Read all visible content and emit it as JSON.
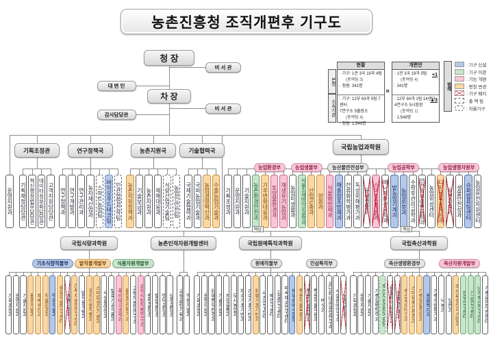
{
  "title": "농촌진흥청  조직개편후 기구도",
  "colors": {
    "new": "#b5c9e6",
    "transfer": "#c9e6cd",
    "reorg": "#f9c6d6",
    "rename": "#fbd8a2",
    "abolish_x": "#cc2233",
    "line": "#8a8a8a"
  },
  "top_cluster": {
    "chief": "청  장",
    "secretary_top": "비 서 관",
    "spokesperson": "대 변 인",
    "deputy": "차  장",
    "secretary_deputy": "비 서 관",
    "audit": "감사담당관"
  },
  "summary_table": {
    "header_current": "현황",
    "header_plan": "개편안",
    "arrow": "»",
    "rows": [
      {
        "scope": "본청",
        "current": [
          "· 기구: 1관 3국 19과 4팀",
          "(총액팀 3)",
          "· 정원: 341명"
        ],
        "plan": [
          "· 1관 3국 19과 5팀",
          "(총액팀 4)",
          "· 341명"
        ],
        "delta": "+1"
      },
      {
        "scope": "소속기관",
        "current": [
          "· 기구: 12부 63과 5팀 7센터",
          "7연구소 5출장소",
          "(총액팀 4)",
          "· 정원: 1,549명"
        ],
        "plan": [
          "· 12부 60과 1팀 14센터",
          "4연구소 5시험장",
          "(총액팀 1)",
          "· 1,549명"
        ],
        "delta": "▲3"
      }
    ]
  },
  "legend": {
    "label": "범례",
    "items": [
      {
        "type": "new",
        "label": "기구 신설"
      },
      {
        "type": "transfer",
        "label": "기구 이관"
      },
      {
        "type": "reorg",
        "label": "기능 개편"
      },
      {
        "type": "rename",
        "label": "명칭 변경"
      },
      {
        "type": "abolish",
        "label": "기구 폐지"
      },
      {
        "type": "lumpsum",
        "label": "총 액 팀"
      },
      {
        "type": "autonomous",
        "label": "자율기구"
      }
    ]
  },
  "tier1": {
    "standalone": {
      "label": "운영지원과"
    },
    "bureaus": [
      {
        "name": "기획조정관",
        "children": [
          {
            "label": "기획재정담당관"
          },
          {
            "label": "혁신행정법무담당관"
          },
          {
            "label": "데이터정보화담당관"
          },
          {
            "label": "고객지원담당관"
          }
        ]
      },
      {
        "name": "연구정책국",
        "children": [
          {
            "label": "연구정책과"
          },
          {
            "label": "연구개발과"
          },
          {
            "label": "연구관리과"
          },
          {
            "label": "농자재산업과"
          },
          {
            "label": "스마트농업팀",
            "dashed": true
          },
          {
            "label": "바이오푸드테크팀",
            "type": "new",
            "dashed": true
          },
          {
            "label": "민관협업전략팀",
            "dashed": true
          }
        ]
      },
      {
        "name": "농촌지원국",
        "children": [
          {
            "label": "농촌지원정책과",
            "type": "rename"
          },
          {
            "label": "기술보급과"
          },
          {
            "label": "농촌자원과"
          },
          {
            "label": "재해대응과"
          },
          {
            "label": "식량산업기술팀",
            "dashed": true
          },
          {
            "label": "농업인안전팀",
            "dashed": true
          }
        ]
      },
      {
        "name": "기술협력국",
        "children": [
          {
            "label": "국제기술협력과"
          },
          {
            "label": "국외농업기술과"
          },
          {
            "label": "농업경영혁신과",
            "type": "rename"
          },
          {
            "label": "수출농업기술과",
            "type": "rename"
          }
        ]
      }
    ],
    "institute": {
      "name": "국립농업과학원",
      "direct": [
        {
          "label": "기획조정과"
        },
        {
          "label": "운영지원과"
        },
        {
          "label": "기술지원과"
        }
      ],
      "departments": [
        {
          "name": "농업환경부",
          "type": "reorg",
          "children": [
            {
              "label": "농촌환경안전과",
              "type": "transfer"
            },
            {
              "label": "기후변화대응과",
              "type": "rename"
            },
            {
              "label": "토양물환경과",
              "type": "reorg"
            },
            {
              "label": "재생유기농업과",
              "type": "reorg"
            }
          ]
        },
        {
          "name": "농업생물부",
          "type": "reorg",
          "children": [
            {
              "label": "농업미생물과"
            },
            {
              "label": "식물소재바이오공학과",
              "type": "transfer"
            },
            {
              "label": "산업곤충과",
              "type": "rename"
            },
            {
              "label": "양봉과",
              "type": "rename"
            }
          ]
        },
        {
          "name": "농산물안전성부",
          "children": [
            {
              "label": "식물병방제과",
              "type": "reorg"
            },
            {
              "label": "해충잡초방제과",
              "type": "new"
            },
            {
              "label": "잔류화학평가과"
            },
            {
              "label": "독성위해평가과"
            },
            {
              "label": "유해생물과",
              "abolished": true
            }
          ]
        },
        {
          "name": "농업공학부",
          "type": "reorg",
          "children": [
            {
              "label": "스마트팜개발과",
              "type": "reorg",
              "abolished": true
            },
            {
              "label": "에너지환경공학과",
              "abolished": true
            },
            {
              "label": "밭농업기계과",
              "type": "new"
            },
            {
              "label": "농업로봇과",
              "type": "new"
            },
            {
              "label": "수확후관리공학과"
            },
            {
              "label": "안전재해예방공학과",
              "abolished": true
            },
            {
              "label": "농업위성센터"
            }
          ]
        },
        {
          "name": "농업생명자원부",
          "type": "reorg",
          "children": [
            {
              "label": "디지털육종지원과",
              "type": "rename",
              "abolished": true
            },
            {
              "label": "유전자원과",
              "abolished": true
            },
            {
              "label": "생물안전성과"
            },
            {
              "label": "슈퍼컴퓨팅센터",
              "type": "new"
            },
            {
              "label": "농업유전자원센터"
            }
          ]
        }
      ]
    }
  },
  "tier2": {
    "tag_label": "책임",
    "orgs": [
      {
        "name": "국립식량과학원",
        "tag": false,
        "direct": [
          {
            "label": "기획조정과"
          },
          {
            "label": "운영지원과"
          },
          {
            "label": "기술지원과"
          }
        ],
        "departments": [
          {
            "name": "기초식량작물부",
            "type": "new",
            "children": [
              {
                "label": "품종개발과",
                "type": "rename"
              },
              {
                "label": "재배생리과",
                "type": "rename"
              },
              {
                "label": "작물환경과",
                "type": "rename"
              },
              {
                "label": "맥류작물과",
                "type": "new"
              },
              {
                "label": "중부작물연구센터",
                "type": "rename"
              },
              {
                "label": "재배환경과",
                "abolished": true
              },
              {
                "label": "간척지농업연구센터",
                "type": "rename"
              }
            ]
          },
          {
            "name": "밭작물개발부",
            "type": "rename",
            "children": [
              {
                "label": "밭작물개발과"
              },
              {
                "label": "경지이용작물과",
                "type": "rename"
              },
              {
                "label": "스마트생산기술과",
                "type": "rename"
              }
            ]
          },
          {
            "name": "식품자원개발부",
            "type": "transfer",
            "children": [
              {
                "label": "식생활영양과"
              },
              {
                "label": "발효가공식품과"
              },
              {
                "label": "푸드테크소재과",
                "type": "reorg"
              },
              {
                "label": "품질관리평가과",
                "type": "rename"
              }
            ]
          }
        ],
        "extra": [
          {
            "label": "고령지농업연구소"
          },
          {
            "label": "소득식량작물연구소",
            "type": "reorg"
          },
          {
            "label": "춘천출장소"
          },
          {
            "label": "철원출장소"
          },
          {
            "label": "영덕출장소"
          },
          {
            "label": "상주출장소"
          }
        ]
      },
      {
        "name": "농촌인적자원개발센터",
        "tag": false,
        "direct": [
          {
            "label": "교육훈련기획과"
          },
          {
            "label": "역량개발과"
          }
        ],
        "departments": []
      },
      {
        "name": "국립원예특작과학원",
        "tag": true,
        "direct": [
          {
            "label": "기획조정과"
          },
          {
            "label": "운영지원과"
          },
          {
            "label": "원예특작환경과"
          },
          {
            "label": "기술지원과"
          },
          {
            "label": "저장유통과"
          },
          {
            "label": "도시농업과"
          }
        ],
        "departments": [
          {
            "name": "원예작물부",
            "children": [
              {
                "label": "채소기초기반과"
              },
              {
                "label": "과수기초기반과"
              },
              {
                "label": "화훼기초기반과",
                "type": "rename"
              },
              {
                "label": "사과연구센터"
              },
              {
                "label": "배연구센터"
              },
              {
                "label": "감귤연구센터"
              },
              {
                "label": "파속채소연구센터"
              },
              {
                "label": "북부원예시험장",
                "type": "new"
              }
            ]
          },
          {
            "name": "인삼특작부",
            "children": [
              {
                "label": "특용작물육종과",
                "type": "rename"
              },
              {
                "label": "특용작물재배과",
                "abolished": true
              },
              {
                "label": "특용작물이용과"
              },
              {
                "label": "버섯과"
              },
              {
                "label": "온난화대응농업연구소"
              },
              {
                "label": "시설원예연구소"
              },
              {
                "label": "남해출장소",
                "abolished": true
              }
            ]
          }
        ]
      },
      {
        "name": "국립축산과학원",
        "tag": true,
        "direct": [
          {
            "label": "기획조정과"
          },
          {
            "label": "운영지원과"
          },
          {
            "label": "기술지원과"
          },
          {
            "label": "가축질병방역과"
          }
        ],
        "departments": [
          {
            "name": "축산생명환경부",
            "children": [
              {
                "label": "축산자원순환이용팀",
                "type": "transfer",
                "dashed": true
              },
              {
                "label": "동물바이오공학과",
                "abolished": true
              },
              {
                "label": "동물유전체과",
                "abolished": true
              },
              {
                "label": "축산푸드테크과",
                "type": "rename"
              },
              {
                "label": "스마트축산환경과",
                "type": "rename"
              },
              {
                "label": "가축정밀영양과",
                "type": "rename"
              },
              {
                "label": "동물복지과",
                "type": "new"
              }
            ]
          },
          {
            "name": "축산자원개발부",
            "type": "reorg",
            "children": [
              {
                "label": "가축개량평가과"
              },
              {
                "label": "낙농과"
              },
              {
                "label": "양돈과"
              },
              {
                "label": "조사료생산시스템과",
                "type": "rename"
              },
              {
                "label": "한우연구센터",
                "type": "transfer"
              },
              {
                "label": "가금연구센터",
                "type": "transfer"
              },
              {
                "label": "난지축산연구센터",
                "type": "transfer"
              },
              {
                "label": "가축유전자원센터"
              }
            ]
          }
        ]
      }
    ]
  }
}
